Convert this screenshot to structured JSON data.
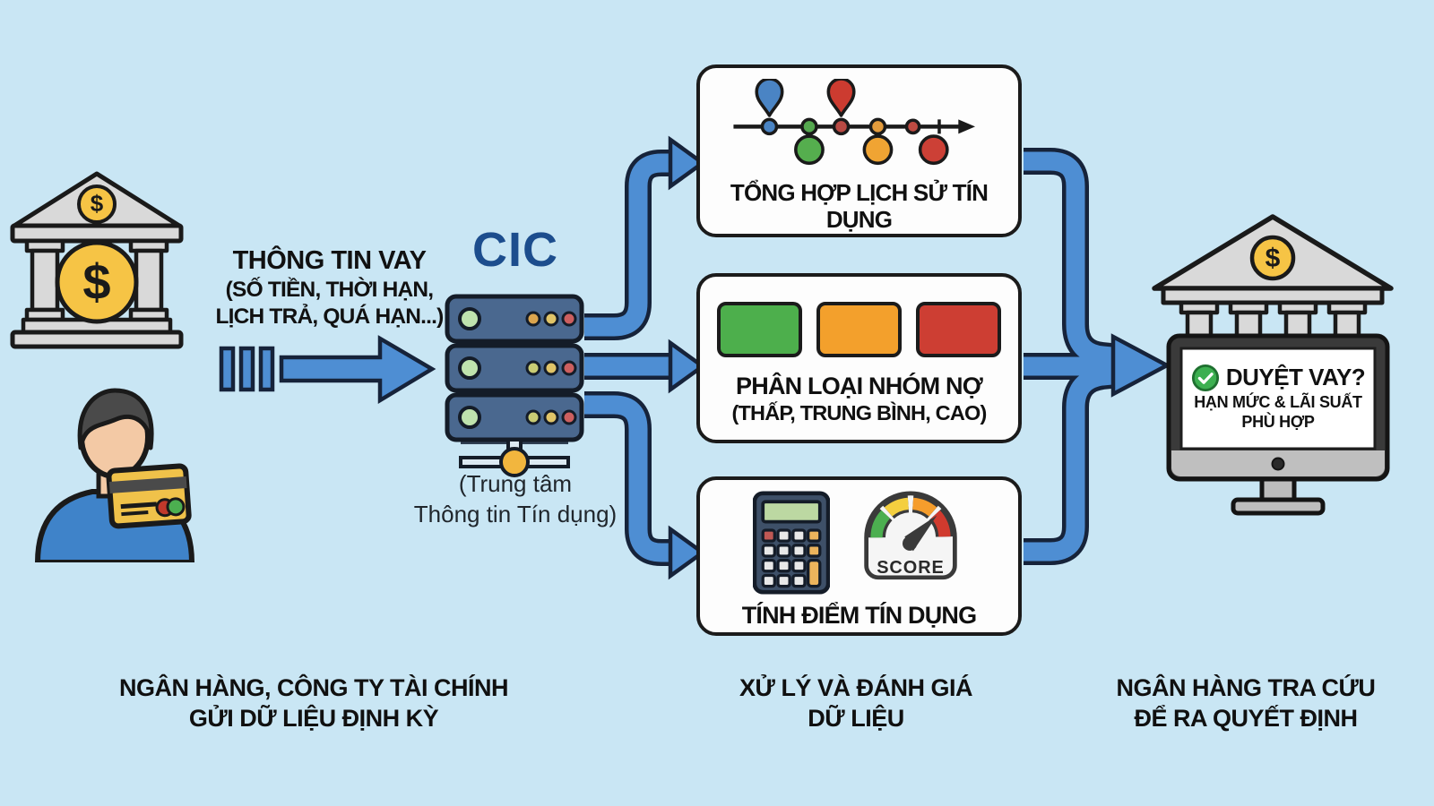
{
  "colors": {
    "background": "#c9e6f4",
    "arrow_blue": "#4e8ed3",
    "arrow_outline": "#16233a",
    "cic_blue": "#1c4d8d",
    "risk_low_green": "#4daf4c",
    "risk_medium_orange": "#f3a02c",
    "risk_high_red": "#cd3e33"
  },
  "icons": {
    "dollar": "$"
  },
  "sender": {
    "loan_info_title": "THÔNG TIN VAY",
    "loan_info_detail1": "(SỐ TIỀN, THỜI HẠN,",
    "loan_info_detail2": "LỊCH TRẢ, QUÁ HẠN...)",
    "caption1": "NGÂN HÀNG, CÔNG TY TÀI CHÍNH",
    "caption2": "GỬI DỮ LIỆU ĐỊNH KỲ"
  },
  "cic": {
    "acronym": "CIC",
    "fullname1": "(Trung tâm",
    "fullname2": "Thông tin Tín dụng)"
  },
  "processing": {
    "history_label": "TỔNG HỢP LỊCH SỬ TÍN DỤNG",
    "classification_label": "PHÂN LOẠI NHÓM NỢ",
    "classification_sublabel": "(THẤP, TRUNG BÌNH, CAO)",
    "scoring_label": "TÍNH ĐIỂM TÍN DỤNG",
    "score_gauge_label": "SCORE",
    "caption1": "XỬ LÝ VÀ ĐÁNH GIÁ",
    "caption2": "DỮ LIỆU"
  },
  "decision": {
    "approve_question": "DUYỆT VAY?",
    "approve_detail1": "HẠN MỨC & LÃI SUẤT",
    "approve_detail2": "PHÙ HỢP",
    "caption1": "NGÂN HÀNG TRA CỨU",
    "caption2": "ĐỂ RA QUYẾT ĐỊNH"
  }
}
